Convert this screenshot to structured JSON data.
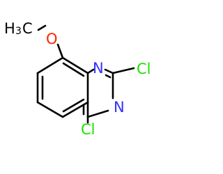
{
  "molecule": {
    "colors": {
      "carbon_bonds": "#000000",
      "oxygen": "#ff2400",
      "nitrogen": "#3030ff",
      "chlorine": "#1fe000",
      "methyl": "#000000"
    },
    "labels": {
      "methyl_h": "H",
      "methyl_sub": "3",
      "methyl_c": "C",
      "oxygen": "O",
      "nitrogen_1": "N",
      "nitrogen_3": "N",
      "chlorine_2": "Cl",
      "chlorine_4": "Cl"
    }
  }
}
